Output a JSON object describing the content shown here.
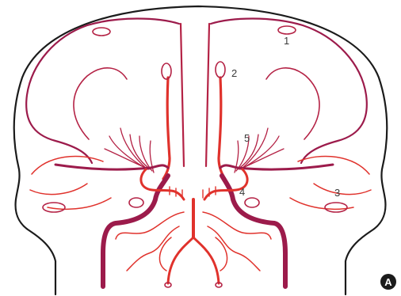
{
  "figure": {
    "badge": "A",
    "labels": [
      "1",
      "2",
      "3",
      "4",
      "5"
    ]
  },
  "colors": {
    "outline": "#1b1b1b",
    "venous": "#9c1b4b",
    "venous_mid": "#b42245",
    "arterial": "#e0322c",
    "badge_fill": "#1b1b1b"
  }
}
